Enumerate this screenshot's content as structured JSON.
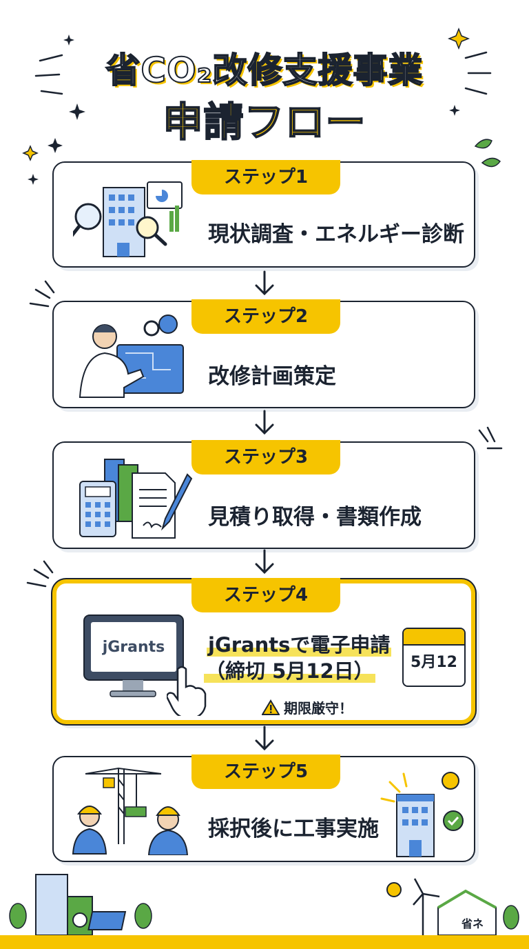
{
  "title": {
    "line1": "省CO₂改修支援事業",
    "line2": "申請フロー"
  },
  "steps": [
    {
      "label": "ステップ1",
      "text": "現状調査・エネルギー診断"
    },
    {
      "label": "ステップ2",
      "text": "改修計画策定"
    },
    {
      "label": "ステップ3",
      "text": "見積り取得・書類作成"
    },
    {
      "label": "ステップ4",
      "text_line1": "jGrantsで電子申請",
      "text_line2": "（締切 5月12日）",
      "screen_logo": "jGrants",
      "calendar": "5月12日",
      "warning": "期限厳守！"
    },
    {
      "label": "ステップ5",
      "text": "採択後に工事実施"
    }
  ],
  "footer": {
    "house_sign": "省ネ"
  },
  "colors": {
    "accent": "#f6c400",
    "ink": "#1b2330",
    "blue": "#4a86d8",
    "green": "#5aa845"
  }
}
